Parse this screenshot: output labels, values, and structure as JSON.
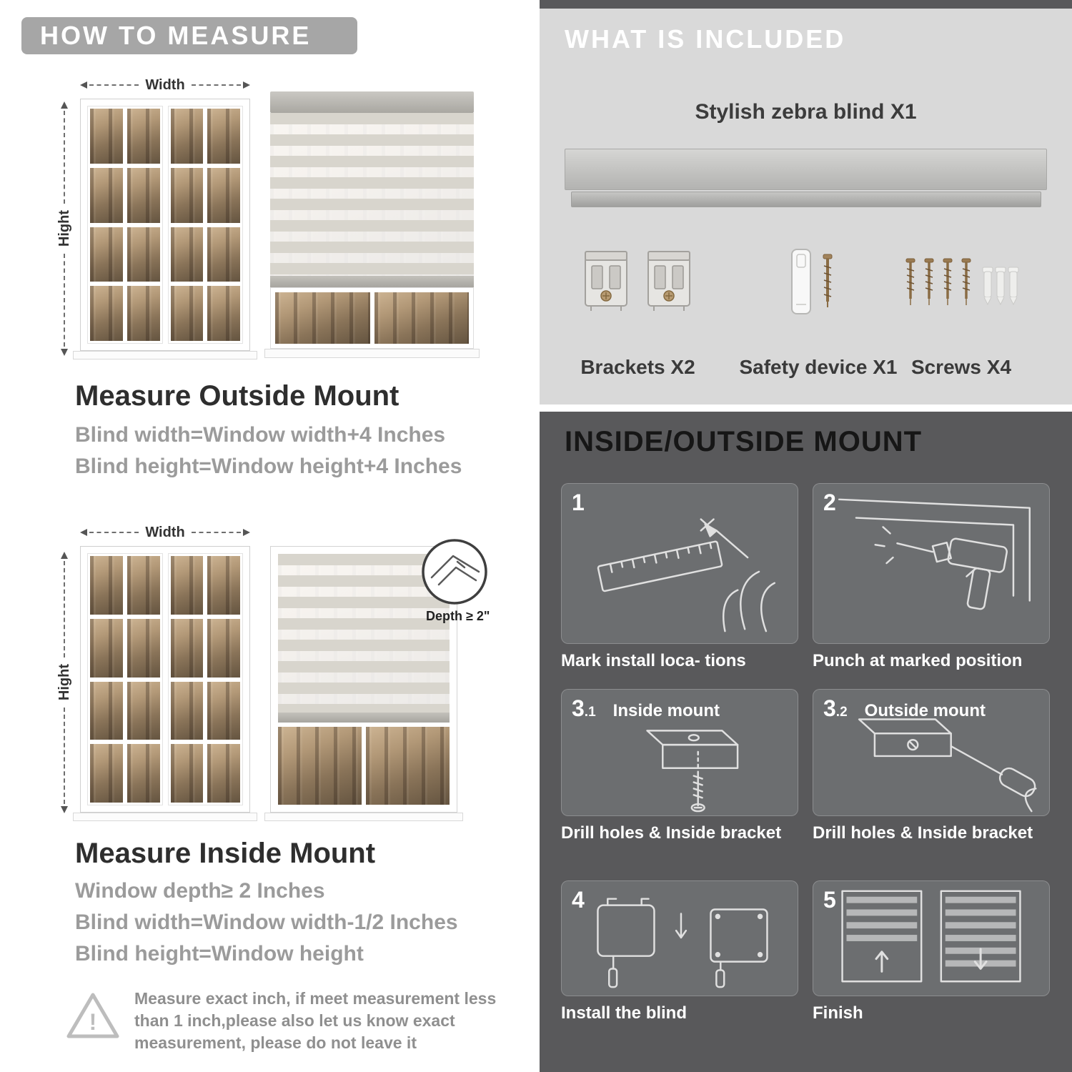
{
  "colors": {
    "header_pill": "#a6a6a6",
    "included_bg": "#d9d9d9",
    "mount_bg": "#59595b",
    "gray_text": "#9b9b9b",
    "caption_white": "#ffffff"
  },
  "left": {
    "header": "HOW TO MEASURE",
    "labels": {
      "width": "Width",
      "height": "Hight"
    },
    "outside": {
      "title": "Measure Outside Mount",
      "line1": "Blind width=Window width+4 Inches",
      "line2": "Blind height=Window height+4 Inches"
    },
    "inside": {
      "depth_callout": "Depth ≥ 2\"",
      "title": "Measure Inside Mount",
      "line1": "Window depth≥ 2 Inches",
      "line2": "Blind width=Window width-1/2 Inches",
      "line3": "Blind height=Window height"
    },
    "note": {
      "bang": "!",
      "line1": "Measure exact inch, if meet measurement less",
      "line2": "than 1 inch,please also let us know exact",
      "line3": "measurement, please do not leave it"
    }
  },
  "right": {
    "included": {
      "header": "WHAT IS INCLUDED",
      "product_label": "Stylish zebra blind X1",
      "items": [
        {
          "label": "Brackets X2"
        },
        {
          "label": "Safety device X1"
        },
        {
          "label": "Screws X4"
        }
      ]
    },
    "mount": {
      "header": "INSIDE/OUTSIDE MOUNT",
      "steps": [
        {
          "num": "1",
          "sub": "",
          "inline": "",
          "caption": "Mark install loca- tions"
        },
        {
          "num": "2",
          "sub": "",
          "inline": "",
          "caption": "Punch at  marked position"
        },
        {
          "num": "3",
          "sub": ".1",
          "inline": "Inside mount",
          "caption": "Drill holes &  Inside bracket"
        },
        {
          "num": "3",
          "sub": ".2",
          "inline": "Outside mount",
          "caption": "Drill holes &  Inside bracket"
        },
        {
          "num": "4",
          "sub": "",
          "inline": "",
          "caption": "Install the blind"
        },
        {
          "num": "5",
          "sub": "",
          "inline": "",
          "caption": "Finish"
        }
      ]
    }
  }
}
